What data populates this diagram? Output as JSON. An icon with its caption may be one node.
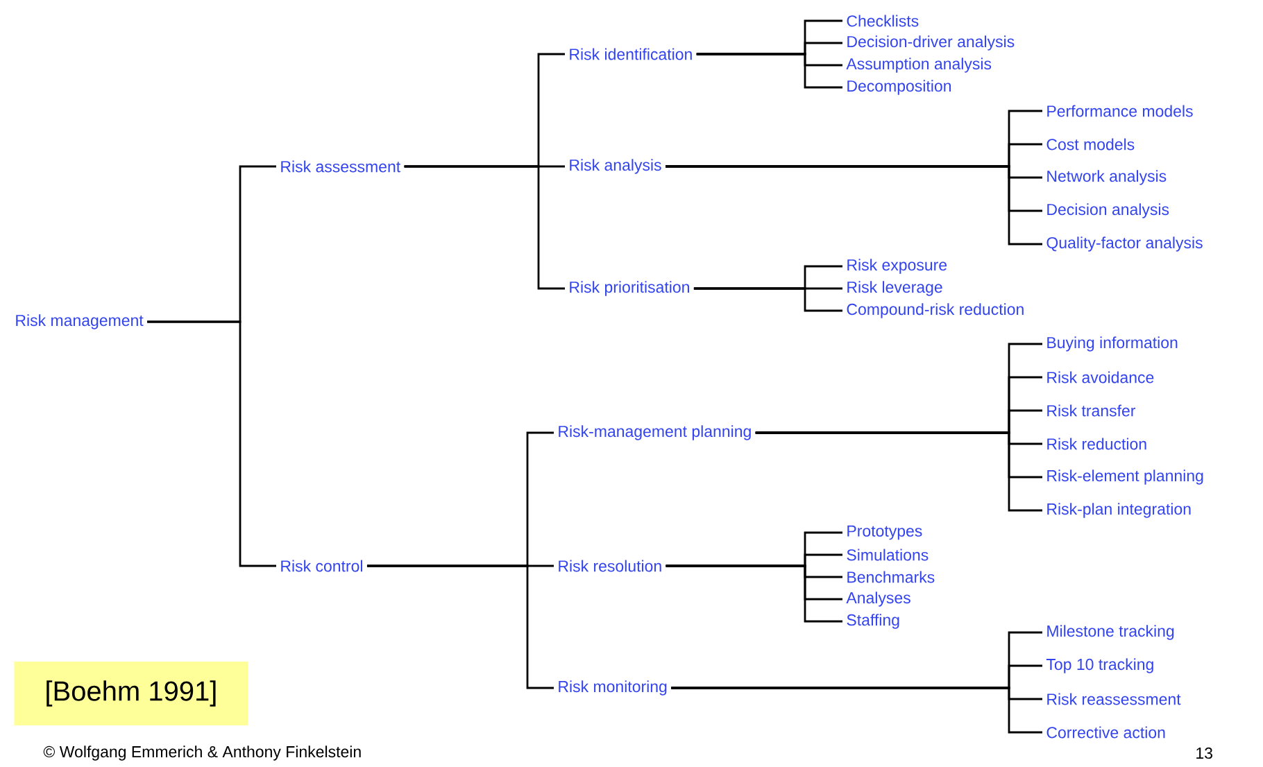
{
  "diagram": {
    "nodes": [
      {
        "text": [
          "Risk management"
        ]
      },
      {
        "text": [
          "Risk assessment"
        ]
      },
      {
        "text": [
          "Risk identification"
        ]
      },
      {
        "text": [
          "Checklists"
        ]
      },
      {
        "text": [
          "Decision-driver analysis"
        ]
      },
      {
        "text": [
          "Assumption analysis"
        ]
      },
      {
        "text": [
          "Decomposition"
        ]
      },
      {
        "text": [
          "Risk analysis"
        ]
      },
      {
        "text": [
          "Performance models"
        ]
      },
      {
        "text": [
          "Cost models"
        ]
      },
      {
        "text": [
          "Network analysis"
        ]
      },
      {
        "text": [
          "Decision analysis"
        ]
      },
      {
        "text": [
          "Quality-factor analysis"
        ]
      },
      {
        "text": [
          "Risk prioritisation"
        ]
      },
      {
        "text": [
          "Risk exposure"
        ]
      },
      {
        "text": [
          "Risk leverage"
        ]
      },
      {
        "text": [
          "Compound-risk reduction"
        ]
      },
      {
        "text": [
          "Risk control"
        ]
      },
      {
        "text": [
          "Risk-management planning"
        ]
      },
      {
        "text": [
          "Buying information"
        ]
      },
      {
        "text": [
          "Risk avoidance"
        ]
      },
      {
        "text": [
          "Risk transfer"
        ]
      },
      {
        "text": [
          "Risk reduction"
        ]
      },
      {
        "text": [
          "Risk-element planning"
        ]
      },
      {
        "text": [
          "Risk-plan integration"
        ]
      },
      {
        "text": [
          "Risk resolution"
        ]
      },
      {
        "text": [
          "Prototypes"
        ]
      },
      {
        "text": [
          "Simulations"
        ]
      },
      {
        "text": [
          "Benchmarks"
        ]
      },
      {
        "text": [
          "Analyses"
        ]
      },
      {
        "text": [
          "Staffing"
        ]
      },
      {
        "text": [
          "Risk monitoring"
        ]
      },
      {
        "text": [
          "Milestone tracking"
        ]
      },
      {
        "text": [
          "Top 10 tracking"
        ]
      },
      {
        "text": [
          "Risk reassessment"
        ]
      },
      {
        "text": [
          "Corrective action"
        ]
      }
    ],
    "edges": [
      {
        "from": 0,
        "to": 1,
        "arrow": "none"
      },
      {
        "from": 0,
        "to": 17,
        "arrow": "none"
      },
      {
        "from": 1,
        "to": 2,
        "arrow": "none"
      },
      {
        "from": 1,
        "to": 7,
        "arrow": "none"
      },
      {
        "from": 1,
        "to": 13,
        "arrow": "none"
      },
      {
        "from": 2,
        "to": 3,
        "arrow": "none"
      },
      {
        "from": 2,
        "to": 4,
        "arrow": "none"
      },
      {
        "from": 2,
        "to": 5,
        "arrow": "none"
      },
      {
        "from": 2,
        "to": 6,
        "arrow": "none"
      },
      {
        "from": 7,
        "to": 8,
        "arrow": "none"
      },
      {
        "from": 7,
        "to": 9,
        "arrow": "none"
      },
      {
        "from": 7,
        "to": 10,
        "arrow": "none"
      },
      {
        "from": 7,
        "to": 11,
        "arrow": "none"
      },
      {
        "from": 7,
        "to": 12,
        "arrow": "none"
      },
      {
        "from": 13,
        "to": 14,
        "arrow": "none"
      },
      {
        "from": 13,
        "to": 15,
        "arrow": "none"
      },
      {
        "from": 13,
        "to": 16,
        "arrow": "none"
      },
      {
        "from": 17,
        "to": 18,
        "arrow": "none"
      },
      {
        "from": 17,
        "to": 25,
        "arrow": "none"
      },
      {
        "from": 17,
        "to": 31,
        "arrow": "none"
      },
      {
        "from": 18,
        "to": 19,
        "arrow": "none"
      },
      {
        "from": 18,
        "to": 20,
        "arrow": "none"
      },
      {
        "from": 18,
        "to": 21,
        "arrow": "none"
      },
      {
        "from": 18,
        "to": 22,
        "arrow": "none"
      },
      {
        "from": 18,
        "to": 23,
        "arrow": "none"
      },
      {
        "from": 18,
        "to": 24,
        "arrow": "none"
      },
      {
        "from": 25,
        "to": 26,
        "arrow": "none"
      },
      {
        "from": 25,
        "to": 27,
        "arrow": "none"
      },
      {
        "from": 25,
        "to": 28,
        "arrow": "none"
      },
      {
        "from": 25,
        "to": 29,
        "arrow": "none"
      },
      {
        "from": 25,
        "to": 30,
        "arrow": "none"
      },
      {
        "from": 31,
        "to": 32,
        "arrow": "none"
      },
      {
        "from": 31,
        "to": 33,
        "arrow": "none"
      },
      {
        "from": 31,
        "to": 34,
        "arrow": "none"
      },
      {
        "from": 31,
        "to": 35,
        "arrow": "none"
      }
    ],
    "labels": [
      "[Boehm 1991]",
      "© Wolfgang Emmerich & Anthony Finkelstein",
      "13"
    ]
  }
}
